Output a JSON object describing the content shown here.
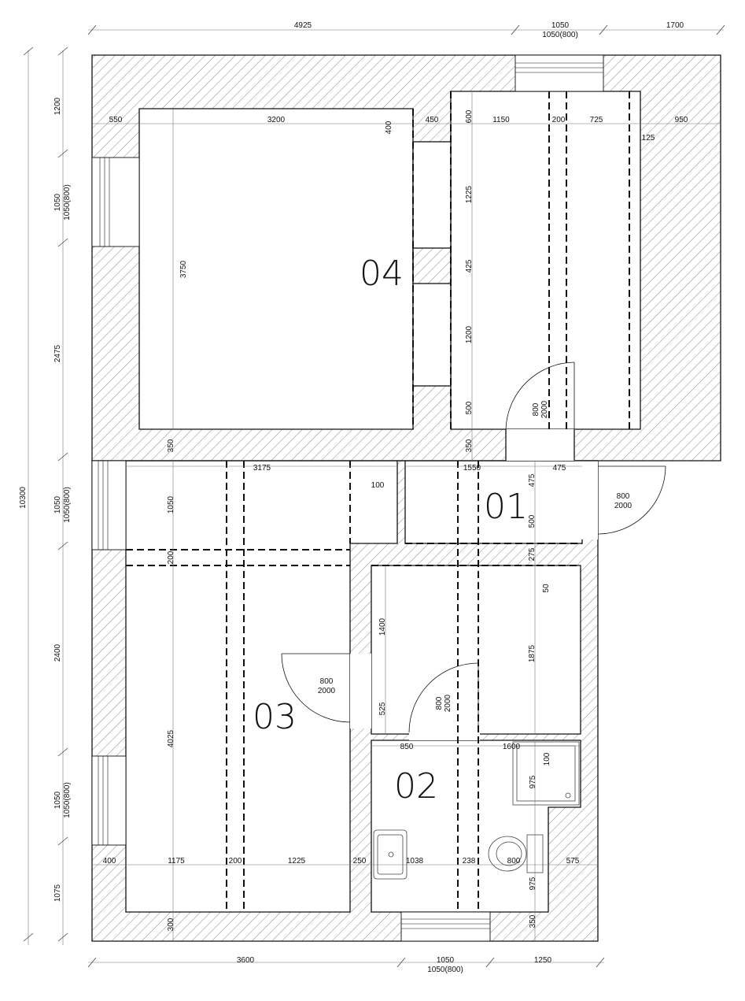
{
  "rooms": {
    "r01": "01",
    "r02": "02",
    "r03": "03",
    "r04": "04"
  },
  "dimensions": {
    "top_overall": [
      "4925",
      "1050",
      "1050(800)",
      "1700"
    ],
    "bottom_overall": [
      "3600",
      "1050",
      "1050(800)",
      "1250"
    ],
    "left_total": "10300",
    "left_chain": [
      "1200",
      "1050",
      "1050(800)",
      "2475",
      "1050",
      "1050(800)",
      "2400",
      "1050",
      "1050(800)",
      "1075"
    ],
    "room04": [
      "550",
      "3200",
      "400",
      "450",
      "600",
      "1150",
      "200",
      "725",
      "950",
      "125",
      "3750",
      "1225",
      "425",
      "1200",
      "500",
      "350",
      "350"
    ],
    "room01": [
      "1550",
      "475",
      "475",
      "500",
      "275",
      "50",
      "100"
    ],
    "room03": [
      "3175",
      "1050",
      "200",
      "4025",
      "400",
      "1175",
      "200",
      "1225",
      "250",
      "300"
    ],
    "corridor": [
      "1400",
      "1875",
      "525"
    ],
    "room02": [
      "850",
      "1600",
      "100",
      "975",
      "1038",
      "238",
      "800",
      "575",
      "975",
      "350"
    ],
    "doors": [
      {
        "w": "800",
        "h": "2000"
      },
      {
        "w": "800",
        "h": "2000"
      },
      {
        "w": "800",
        "h": "2000"
      },
      {
        "w": "800",
        "h": "2000"
      }
    ]
  }
}
